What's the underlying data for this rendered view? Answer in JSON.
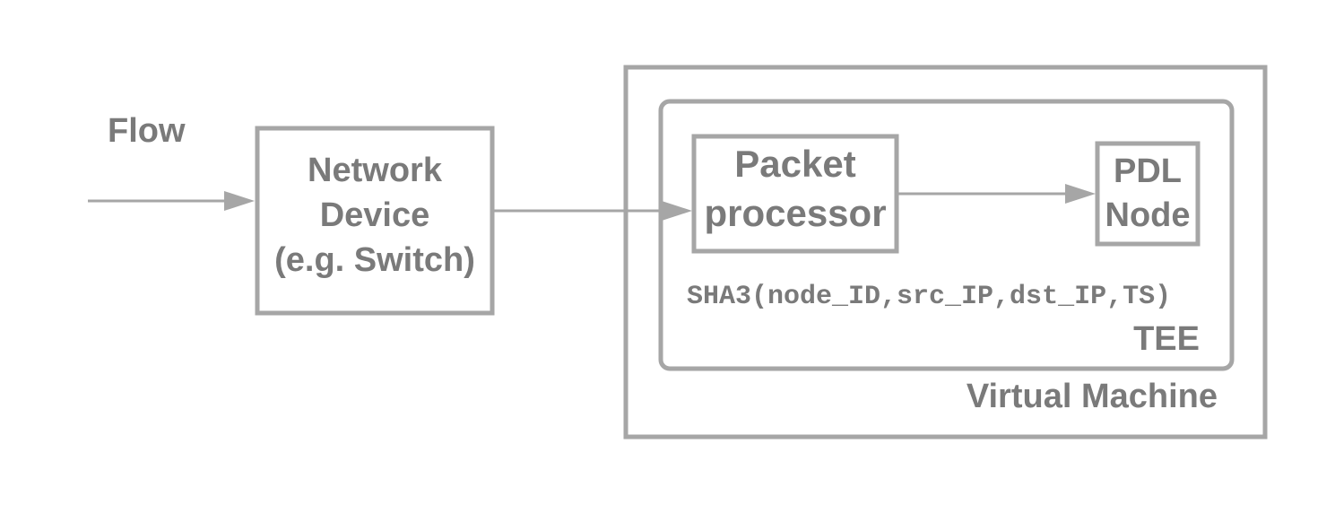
{
  "diagram": {
    "flow_label": "Flow",
    "network_device": {
      "line1": "Network",
      "line2": "Device",
      "line3": "(e.g. Switch)"
    },
    "packet_processor": {
      "line1": "Packet",
      "line2": "processor"
    },
    "pdl_node": {
      "line1": "PDL",
      "line2": "Node"
    },
    "hash_formula": "SHA3(node_ID,src_IP,dst_IP,TS)",
    "tee_label": "TEE",
    "vm_label": "Virtual Machine"
  },
  "colors": {
    "stroke": "#a6a6a6",
    "text": "#7a7a7a",
    "background": "#ffffff"
  }
}
